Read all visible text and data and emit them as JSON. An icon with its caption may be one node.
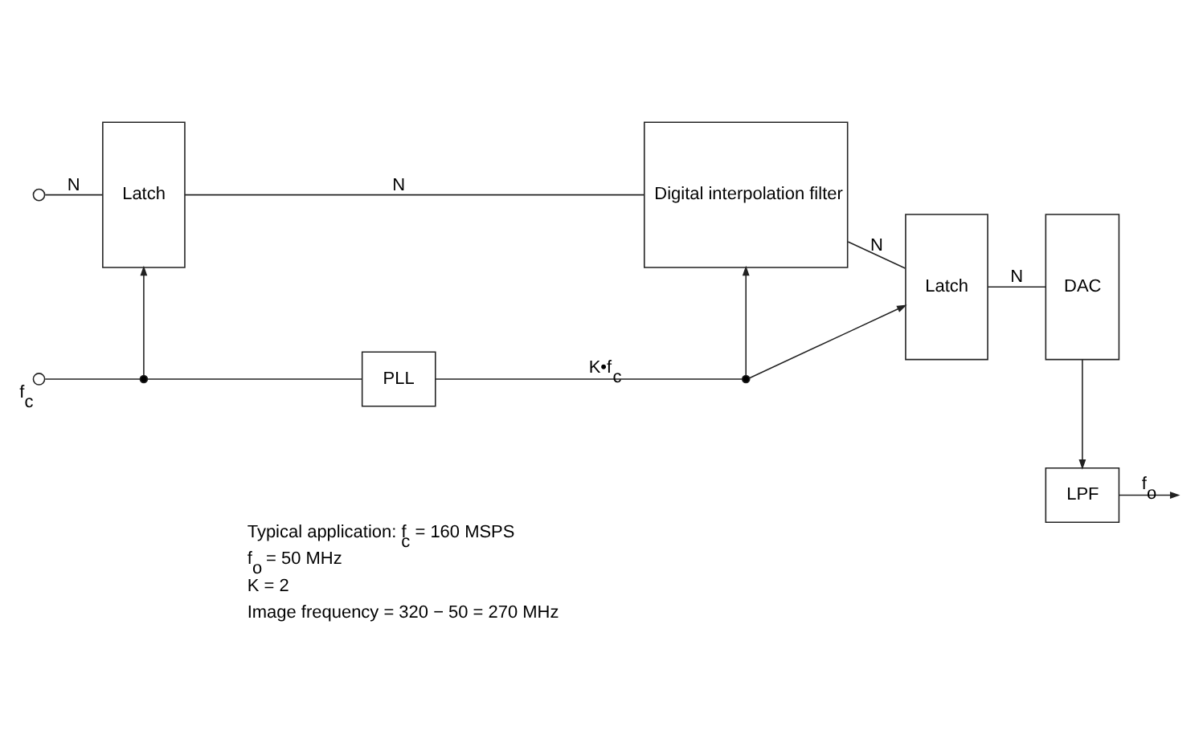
{
  "diagram": {
    "nodes": [
      {
        "text": [],
        "shape": "circle"
      },
      {
        "text": [
          "Latch"
        ]
      },
      {
        "text": [
          "Digital interpolation filter"
        ]
      },
      {
        "text": [
          "Latch"
        ]
      },
      {
        "text": [
          "DAC"
        ]
      },
      {
        "text": [],
        "shape": "circle",
        "beside": [
          "f$_{c}$"
        ]
      },
      {
        "text": [],
        "shape": "dot"
      },
      {
        "text": [
          "PLL"
        ]
      },
      {
        "text": [],
        "shape": "dot"
      },
      {
        "text": [
          "LPF"
        ]
      }
    ],
    "edges": [
      {
        "from": 0,
        "to": 1,
        "arrow": "none",
        "label": "N"
      },
      {
        "from": 1,
        "to": 2,
        "arrow": "none",
        "label": "N"
      },
      {
        "from": 2,
        "to": 3,
        "arrow": "none",
        "label": "N"
      },
      {
        "from": 3,
        "to": 4,
        "arrow": "none",
        "label": "N"
      },
      {
        "from": 4,
        "to": 9,
        "arrow": "to"
      },
      {
        "from": 9,
        "to": null,
        "arrow": "to",
        "label": "f$_{o}$"
      },
      {
        "from": 5,
        "to": 6,
        "arrow": "none"
      },
      {
        "from": 6,
        "to": 1,
        "arrow": "to"
      },
      {
        "from": 6,
        "to": 7,
        "arrow": "none"
      },
      {
        "from": 7,
        "to": 8,
        "arrow": "none",
        "label": "K•f$_{c}$"
      },
      {
        "from": 8,
        "to": 2,
        "arrow": "to"
      },
      {
        "from": 8,
        "to": 3,
        "arrow": "to"
      }
    ],
    "labels": [
      "Typical application: f$_{c}$ = 160 MSPS",
      "f$_{o}$ = 50 MHz",
      "K = 2",
      "Image frequency = 320 − 50 = 270 MHz"
    ]
  }
}
